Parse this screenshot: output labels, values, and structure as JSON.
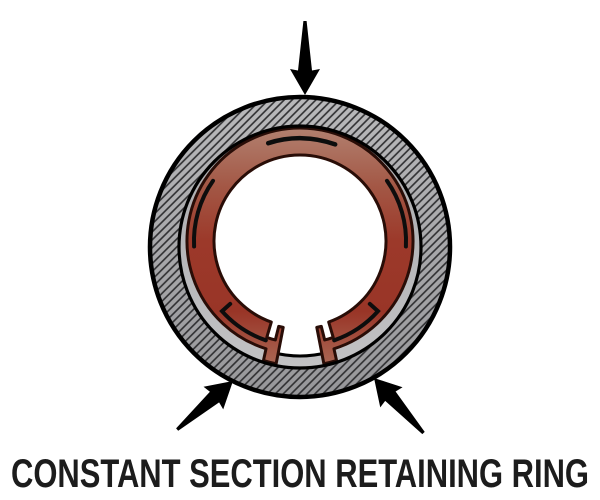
{
  "title": "CONSTANT SECTION RETAINING RING",
  "diagram": {
    "subject": "constant section retaining ring compressed inside a housing bore",
    "parts": [
      {
        "name": "housing-cross-section",
        "appearance": "gray annulus with diagonal hatching"
      },
      {
        "name": "bore-groove-surface",
        "appearance": "light gray band inside the housing"
      },
      {
        "name": "retaining-ring",
        "appearance": "red split ring, gap at bottom with notched fork ends"
      },
      {
        "name": "contact-marks",
        "appearance": "five short black arcs on the ring"
      }
    ],
    "arrows": [
      {
        "icon": "force-arrow-top-icon",
        "direction": "down",
        "points_at": "top of housing"
      },
      {
        "icon": "force-arrow-lower-left-icon",
        "direction": "up-right",
        "points_at": "lower-left rim"
      },
      {
        "icon": "force-arrow-lower-right-icon",
        "direction": "up-left",
        "points_at": "lower-right rim"
      }
    ]
  },
  "colors": {
    "background": "#ffffff",
    "outline": "#000000",
    "housing_hatch_base_top": "#b9b9bb",
    "housing_hatch_base_bottom": "#97979a",
    "housing_hatch_line": "#2e2e30",
    "groove_top": "#a9a9ac",
    "groove_bottom": "#c2c2c4",
    "ring_outline": "#290d07",
    "ring_top": "#b2806f",
    "ring_upper": "#a35745",
    "ring_mid": "#9c392a",
    "ring_lower": "#993527",
    "ring_bottom": "#aa6653",
    "ring_marks": "#0d0d0d",
    "arrow": "#000000",
    "title": "#1c1c1c"
  }
}
